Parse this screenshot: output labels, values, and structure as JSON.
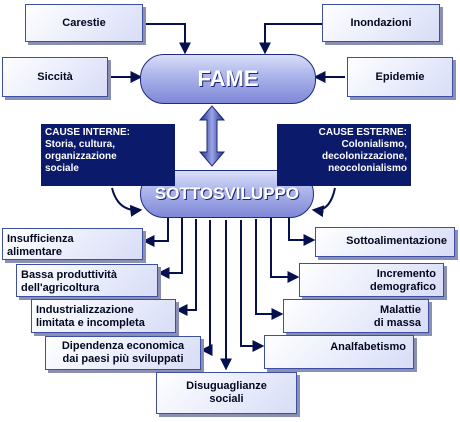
{
  "center": {
    "top": "FAME",
    "bottom": "SOTTOSVILUPPO"
  },
  "causes_outer": {
    "top_left": "Carestie",
    "top_right": "Inondazioni",
    "mid_left": "Siccità",
    "mid_right": "Epidemie"
  },
  "internal": {
    "title": "CAUSE INTERNE:",
    "lines": [
      "Storia, cultura,",
      "organizzazione",
      "sociale"
    ]
  },
  "external": {
    "title": "CAUSE ESTERNE:",
    "lines": [
      "Colonialismo,",
      "decolonizzazione,",
      "neocolonialismo"
    ]
  },
  "effects_left": [
    [
      "Insufficienza",
      "alimentare"
    ],
    [
      "Bassa produttività",
      "dell'agricoltura"
    ],
    [
      "Industrializzazione",
      "limitata e incompleta"
    ],
    [
      "Dipendenza economica",
      "dai paesi più sviluppati"
    ]
  ],
  "effects_right": [
    [
      "Sottoalimentazione"
    ],
    [
      "Incremento",
      "demografico"
    ],
    [
      "Malattie",
      "di massa"
    ],
    [
      "Analfabetismo"
    ]
  ],
  "effect_bottom": [
    "Disuguaglianze",
    "sociali"
  ],
  "colors": {
    "dark_box": "#0b1a6b",
    "border": "#3d4fa3",
    "pill_light": "#d9def8",
    "pill_dark": "#7f88d6",
    "arrow": "#06104e"
  }
}
